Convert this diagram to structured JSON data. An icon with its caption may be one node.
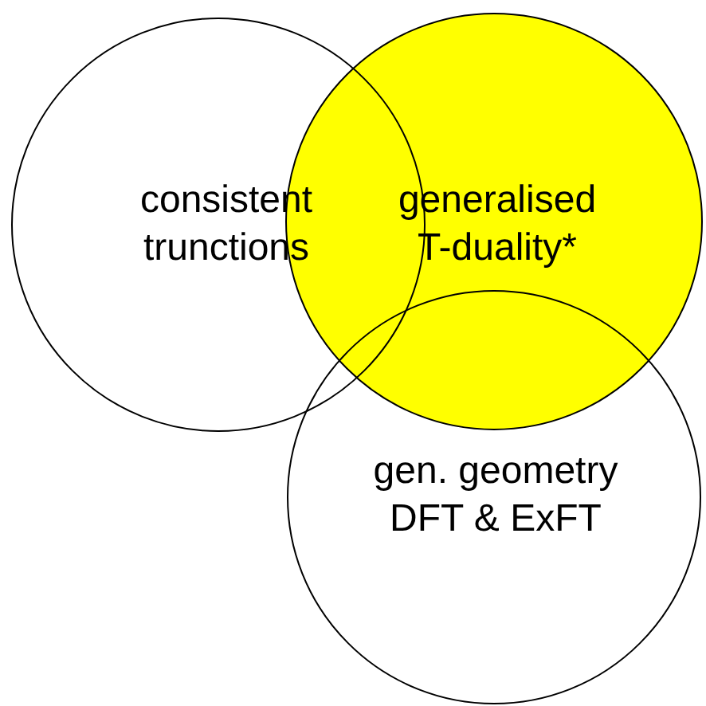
{
  "diagram": {
    "nodes": [
      {
        "text": [
          "consistent trunctions"
        ]
      },
      {
        "text": [
          "generalised T-duality*"
        ]
      },
      {
        "text": [
          "gen. geometry DFT & ExFT"
        ]
      }
    ]
  }
}
